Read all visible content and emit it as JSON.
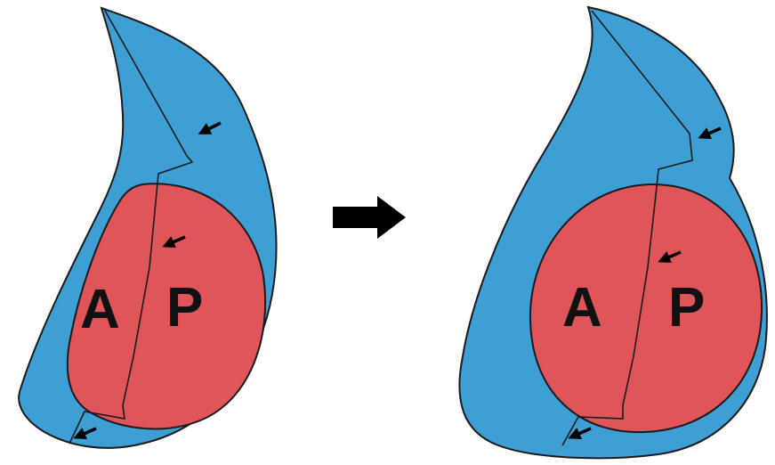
{
  "figure": {
    "left_panel": {
      "labels": {
        "anterior": "A",
        "posterior": "P"
      }
    },
    "right_panel": {
      "labels": {
        "anterior": "A",
        "posterior": "P"
      }
    },
    "colors": {
      "outer_shell": "#3e9fd4",
      "inner_core": "#e0555a",
      "outline": "#1a1a1a",
      "arrow": "#000000"
    },
    "icons": {
      "pointer": "arrow-icon",
      "transition": "right-arrow-icon"
    }
  }
}
